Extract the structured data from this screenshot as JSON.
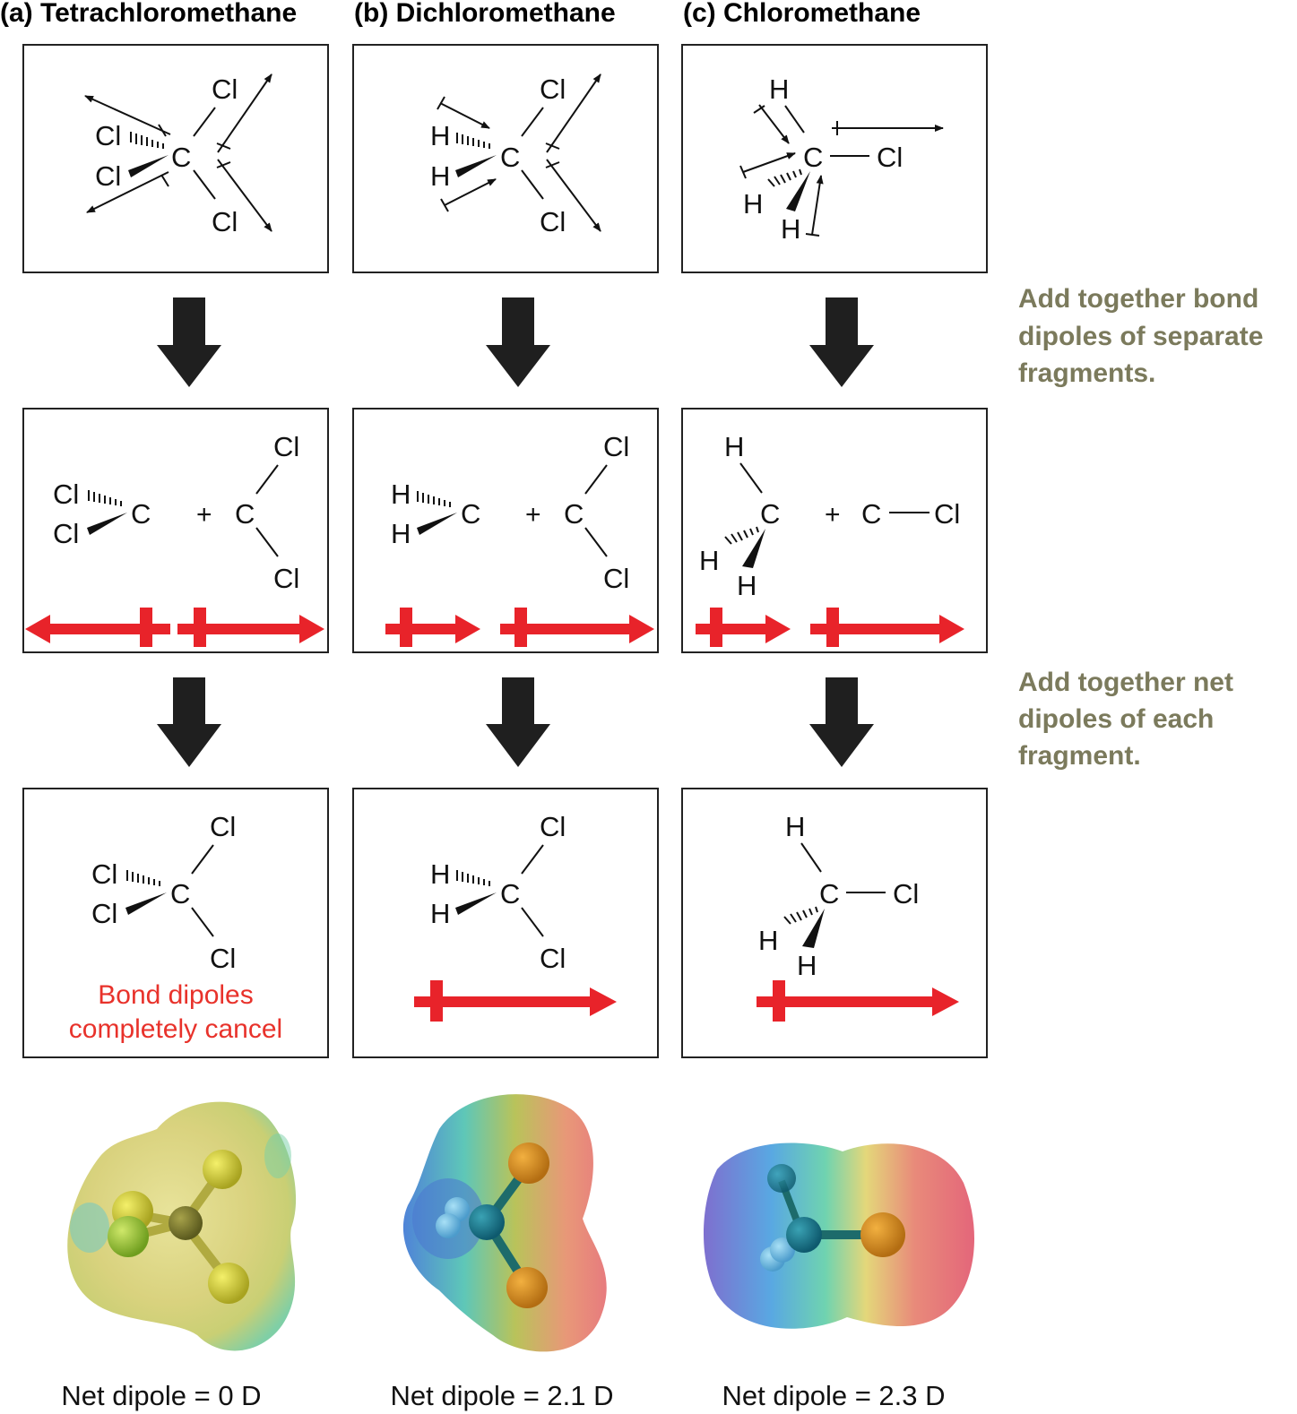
{
  "panels": [
    {
      "label": "(a) Tetrachloromethane",
      "net_dipole": "Net dipole = 0 D"
    },
    {
      "label": "(b) Dichloromethane",
      "net_dipole": "Net dipole = 2.1 D"
    },
    {
      "label": "(c) Chloromethane",
      "net_dipole": "Net dipole = 2.3 D"
    }
  ],
  "notes": {
    "step1": [
      "Add together bond",
      "dipoles of separate",
      "fragments."
    ],
    "step2": [
      "Add together net",
      "dipoles of each",
      "fragment."
    ]
  },
  "cancel_text": [
    "Bond dipoles",
    "completely cancel"
  ],
  "atoms": {
    "C": "C",
    "Cl": "Cl",
    "H": "H",
    "plus": "+"
  },
  "colors": {
    "dipole": "#e8232a",
    "note": "#7b7a5c",
    "cancel": "#e8322b"
  }
}
